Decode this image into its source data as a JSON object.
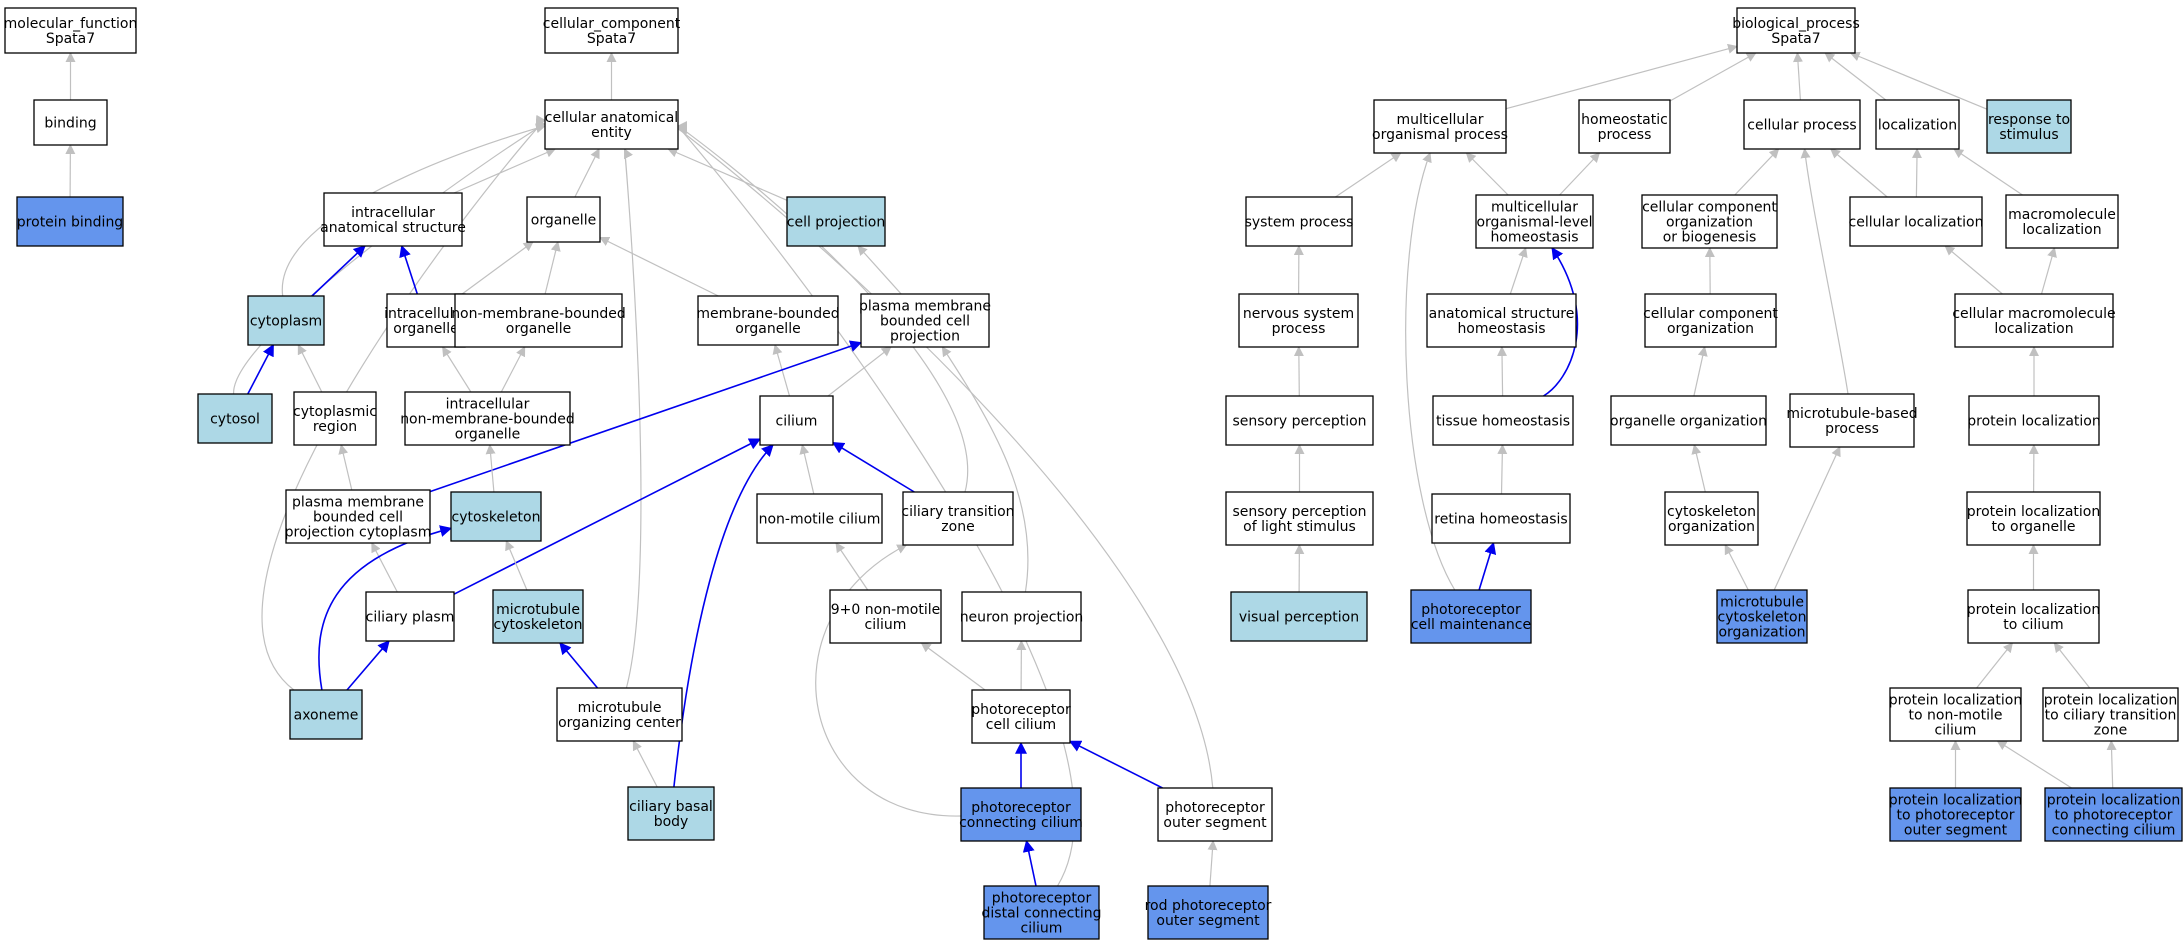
{
  "colors": {
    "plain": "#ffffff",
    "light": "#add8e6",
    "dark": "#6495ed",
    "edge_gray": "#c0c0c0",
    "edge_blue": "#0000ee"
  },
  "nodes": [
    {
      "id": "mf",
      "lines": [
        "molecular_function",
        "Spata7"
      ],
      "style": "plain"
    },
    {
      "id": "binding",
      "lines": [
        "binding"
      ],
      "style": "plain"
    },
    {
      "id": "protbind",
      "lines": [
        "protein binding"
      ],
      "style": "dark"
    },
    {
      "id": "cc",
      "lines": [
        "cellular_component",
        "Spata7"
      ],
      "style": "plain"
    },
    {
      "id": "cae",
      "lines": [
        "cellular anatomical",
        "entity"
      ],
      "style": "plain"
    },
    {
      "id": "ias",
      "lines": [
        "intracellular",
        "anatomical structure"
      ],
      "style": "plain"
    },
    {
      "id": "organelle",
      "lines": [
        "organelle"
      ],
      "style": "plain"
    },
    {
      "id": "cellproj",
      "lines": [
        "cell projection"
      ],
      "style": "light"
    },
    {
      "id": "cytoplasm",
      "lines": [
        "cytoplasm"
      ],
      "style": "light"
    },
    {
      "id": "intraorg",
      "lines": [
        "intracellular",
        "organelle"
      ],
      "style": "plain"
    },
    {
      "id": "nmbo",
      "lines": [
        "non-membrane-bounded",
        "organelle"
      ],
      "style": "plain"
    },
    {
      "id": "mbo",
      "lines": [
        "membrane-bounded",
        "organelle"
      ],
      "style": "plain"
    },
    {
      "id": "pmbcp",
      "lines": [
        "plasma membrane",
        "bounded cell",
        "projection"
      ],
      "style": "plain"
    },
    {
      "id": "cytosol",
      "lines": [
        "cytosol"
      ],
      "style": "light"
    },
    {
      "id": "cytoreg",
      "lines": [
        "cytoplasmic",
        "region"
      ],
      "style": "plain"
    },
    {
      "id": "inmbo",
      "lines": [
        "intracellular",
        "non-membrane-bounded",
        "organelle"
      ],
      "style": "plain"
    },
    {
      "id": "cilium",
      "lines": [
        "cilium"
      ],
      "style": "plain"
    },
    {
      "id": "pmbcpc",
      "lines": [
        "plasma membrane",
        "bounded cell",
        "projection cytoplasm"
      ],
      "style": "plain"
    },
    {
      "id": "cytoskel",
      "lines": [
        "cytoskeleton"
      ],
      "style": "light"
    },
    {
      "id": "nonmotile",
      "lines": [
        "non-motile cilium"
      ],
      "style": "plain"
    },
    {
      "id": "ctz",
      "lines": [
        "ciliary transition",
        "zone"
      ],
      "style": "plain"
    },
    {
      "id": "ciliaryplasm",
      "lines": [
        "ciliary plasm"
      ],
      "style": "plain"
    },
    {
      "id": "mtcyto",
      "lines": [
        "microtubule",
        "cytoskeleton"
      ],
      "style": "light"
    },
    {
      "id": "nine0",
      "lines": [
        "9+0 non-motile",
        "cilium"
      ],
      "style": "plain"
    },
    {
      "id": "neuronproj",
      "lines": [
        "neuron projection"
      ],
      "style": "plain"
    },
    {
      "id": "axoneme",
      "lines": [
        "axoneme"
      ],
      "style": "light"
    },
    {
      "id": "mtoc",
      "lines": [
        "microtubule",
        "organizing center"
      ],
      "style": "plain"
    },
    {
      "id": "prcc",
      "lines": [
        "photoreceptor",
        "cell cilium"
      ],
      "style": "plain"
    },
    {
      "id": "cbb",
      "lines": [
        "ciliary basal",
        "body"
      ],
      "style": "light"
    },
    {
      "id": "prconn",
      "lines": [
        "photoreceptor",
        "connecting cilium"
      ],
      "style": "dark"
    },
    {
      "id": "pros",
      "lines": [
        "photoreceptor",
        "outer segment"
      ],
      "style": "plain"
    },
    {
      "id": "prdcc",
      "lines": [
        "photoreceptor",
        "distal connecting",
        "cilium"
      ],
      "style": "dark"
    },
    {
      "id": "rodos",
      "lines": [
        "rod photoreceptor",
        "outer segment"
      ],
      "style": "dark"
    },
    {
      "id": "bp",
      "lines": [
        "biological_process",
        "Spata7"
      ],
      "style": "plain"
    },
    {
      "id": "mop",
      "lines": [
        "multicellular",
        "organismal process"
      ],
      "style": "plain"
    },
    {
      "id": "homeoproc",
      "lines": [
        "homeostatic",
        "process"
      ],
      "style": "plain"
    },
    {
      "id": "cellproc",
      "lines": [
        "cellular process"
      ],
      "style": "plain"
    },
    {
      "id": "localization",
      "lines": [
        "localization"
      ],
      "style": "plain"
    },
    {
      "id": "resp",
      "lines": [
        "response to",
        "stimulus"
      ],
      "style": "light"
    },
    {
      "id": "sysproc",
      "lines": [
        "system process"
      ],
      "style": "plain"
    },
    {
      "id": "molh",
      "lines": [
        "multicellular",
        "organismal-level",
        "homeostasis"
      ],
      "style": "plain"
    },
    {
      "id": "ccob",
      "lines": [
        "cellular component",
        "organization",
        "or biogenesis"
      ],
      "style": "plain"
    },
    {
      "id": "cellloc",
      "lines": [
        "cellular localization"
      ],
      "style": "plain"
    },
    {
      "id": "macroloc",
      "lines": [
        "macromolecule",
        "localization"
      ],
      "style": "plain"
    },
    {
      "id": "nsp",
      "lines": [
        "nervous system",
        "process"
      ],
      "style": "plain"
    },
    {
      "id": "ash",
      "lines": [
        "anatomical structure",
        "homeostasis"
      ],
      "style": "plain"
    },
    {
      "id": "cco",
      "lines": [
        "cellular component",
        "organization"
      ],
      "style": "plain"
    },
    {
      "id": "cmacroloc",
      "lines": [
        "cellular macromolecule",
        "localization"
      ],
      "style": "plain"
    },
    {
      "id": "sensperc",
      "lines": [
        "sensory perception"
      ],
      "style": "plain"
    },
    {
      "id": "tissueh",
      "lines": [
        "tissue homeostasis"
      ],
      "style": "plain"
    },
    {
      "id": "orgorg",
      "lines": [
        "organelle organization"
      ],
      "style": "plain"
    },
    {
      "id": "mtbp",
      "lines": [
        "microtubule-based",
        "process"
      ],
      "style": "plain"
    },
    {
      "id": "protloc",
      "lines": [
        "protein localization"
      ],
      "style": "plain"
    },
    {
      "id": "spls",
      "lines": [
        "sensory perception",
        "of light stimulus"
      ],
      "style": "plain"
    },
    {
      "id": "retinah",
      "lines": [
        "retina homeostasis"
      ],
      "style": "plain"
    },
    {
      "id": "cytoorg",
      "lines": [
        "cytoskeleton",
        "organization"
      ],
      "style": "plain"
    },
    {
      "id": "pltoorg",
      "lines": [
        "protein localization",
        "to organelle"
      ],
      "style": "plain"
    },
    {
      "id": "visperc",
      "lines": [
        "visual perception"
      ],
      "style": "light"
    },
    {
      "id": "prcm",
      "lines": [
        "photoreceptor",
        "cell maintenance"
      ],
      "style": "dark"
    },
    {
      "id": "mtco",
      "lines": [
        "microtubule",
        "cytoskeleton",
        "organization"
      ],
      "style": "dark"
    },
    {
      "id": "pltocil",
      "lines": [
        "protein localization",
        "to cilium"
      ],
      "style": "plain"
    },
    {
      "id": "pltonmc",
      "lines": [
        "protein localization",
        "to non-motile",
        "cilium"
      ],
      "style": "plain"
    },
    {
      "id": "pltoctz",
      "lines": [
        "protein localization",
        "to ciliary transition",
        "zone"
      ],
      "style": "plain"
    },
    {
      "id": "pltopros",
      "lines": [
        "protein localization",
        "to photoreceptor",
        "outer segment"
      ],
      "style": "dark"
    },
    {
      "id": "pltoprcc",
      "lines": [
        "protein localization",
        "to photoreceptor",
        "connecting cilium"
      ],
      "style": "dark"
    }
  ],
  "edges": [
    {
      "from": "binding",
      "to": "mf",
      "kind": "gray"
    },
    {
      "from": "protbind",
      "to": "binding",
      "kind": "gray"
    },
    {
      "from": "cae",
      "to": "cc",
      "kind": "gray"
    },
    {
      "from": "ias",
      "to": "cae",
      "kind": "gray"
    },
    {
      "from": "organelle",
      "to": "cae",
      "kind": "gray"
    },
    {
      "from": "cellproj",
      "to": "cae",
      "kind": "gray"
    },
    {
      "from": "cytoplasm",
      "to": "cae",
      "kind": "gray"
    },
    {
      "from": "cytosol",
      "to": "cae",
      "kind": "gray"
    },
    {
      "from": "axoneme",
      "to": "cae",
      "kind": "gray"
    },
    {
      "from": "mtoc",
      "to": "cae",
      "kind": "gray"
    },
    {
      "from": "ctz",
      "to": "cae",
      "kind": "gray"
    },
    {
      "from": "prdcc",
      "to": "cae",
      "kind": "gray"
    },
    {
      "from": "pros",
      "to": "cae",
      "kind": "gray"
    },
    {
      "from": "cytoplasm",
      "to": "ias",
      "kind": "blue"
    },
    {
      "from": "intraorg",
      "to": "ias",
      "kind": "blue"
    },
    {
      "from": "intraorg",
      "to": "organelle",
      "kind": "gray"
    },
    {
      "from": "nmbo",
      "to": "organelle",
      "kind": "gray"
    },
    {
      "from": "mbo",
      "to": "organelle",
      "kind": "gray"
    },
    {
      "from": "pmbcp",
      "to": "cellproj",
      "kind": "gray"
    },
    {
      "from": "cytosol",
      "to": "cytoplasm",
      "kind": "blue"
    },
    {
      "from": "cytoreg",
      "to": "cytoplasm",
      "kind": "gray"
    },
    {
      "from": "inmbo",
      "to": "intraorg",
      "kind": "gray"
    },
    {
      "from": "inmbo",
      "to": "nmbo",
      "kind": "gray"
    },
    {
      "from": "cilium",
      "to": "mbo",
      "kind": "gray"
    },
    {
      "from": "cilium",
      "to": "pmbcp",
      "kind": "gray"
    },
    {
      "from": "pmbcpc",
      "to": "pmbcp",
      "kind": "blue"
    },
    {
      "from": "neuronproj",
      "to": "pmbcp",
      "kind": "gray"
    },
    {
      "from": "pmbcpc",
      "to": "cytoreg",
      "kind": "gray"
    },
    {
      "from": "cytoskel",
      "to": "inmbo",
      "kind": "gray"
    },
    {
      "from": "nonmotile",
      "to": "cilium",
      "kind": "gray"
    },
    {
      "from": "ctz",
      "to": "cilium",
      "kind": "blue"
    },
    {
      "from": "ciliaryplasm",
      "to": "cilium",
      "kind": "blue"
    },
    {
      "from": "cbb",
      "to": "cilium",
      "kind": "blue"
    },
    {
      "from": "ciliaryplasm",
      "to": "pmbcpc",
      "kind": "gray"
    },
    {
      "from": "mtcyto",
      "to": "cytoskel",
      "kind": "gray"
    },
    {
      "from": "axoneme",
      "to": "cytoskel",
      "kind": "blue"
    },
    {
      "from": "nine0",
      "to": "nonmotile",
      "kind": "gray"
    },
    {
      "from": "axoneme",
      "to": "ciliaryplasm",
      "kind": "blue"
    },
    {
      "from": "mtoc",
      "to": "mtcyto",
      "kind": "blue"
    },
    {
      "from": "prcc",
      "to": "nine0",
      "kind": "gray"
    },
    {
      "from": "prcc",
      "to": "neuronproj",
      "kind": "gray"
    },
    {
      "from": "cbb",
      "to": "mtoc",
      "kind": "gray"
    },
    {
      "from": "prconn",
      "to": "prcc",
      "kind": "blue"
    },
    {
      "from": "pros",
      "to": "prcc",
      "kind": "blue"
    },
    {
      "from": "prconn",
      "to": "ctz",
      "kind": "gray"
    },
    {
      "from": "prdcc",
      "to": "prconn",
      "kind": "blue"
    },
    {
      "from": "rodos",
      "to": "pros",
      "kind": "gray"
    },
    {
      "from": "mop",
      "to": "bp",
      "kind": "gray"
    },
    {
      "from": "homeoproc",
      "to": "bp",
      "kind": "gray"
    },
    {
      "from": "cellproc",
      "to": "bp",
      "kind": "gray"
    },
    {
      "from": "localization",
      "to": "bp",
      "kind": "gray"
    },
    {
      "from": "resp",
      "to": "bp",
      "kind": "gray"
    },
    {
      "from": "sysproc",
      "to": "mop",
      "kind": "gray"
    },
    {
      "from": "molh",
      "to": "mop",
      "kind": "gray"
    },
    {
      "from": "prcm",
      "to": "mop",
      "kind": "gray"
    },
    {
      "from": "molh",
      "to": "homeoproc",
      "kind": "gray"
    },
    {
      "from": "ccob",
      "to": "cellproc",
      "kind": "gray"
    },
    {
      "from": "cellloc",
      "to": "cellproc",
      "kind": "gray"
    },
    {
      "from": "mtbp",
      "to": "cellproc",
      "kind": "gray"
    },
    {
      "from": "cellloc",
      "to": "localization",
      "kind": "gray"
    },
    {
      "from": "macroloc",
      "to": "localization",
      "kind": "gray"
    },
    {
      "from": "nsp",
      "to": "sysproc",
      "kind": "gray"
    },
    {
      "from": "ash",
      "to": "molh",
      "kind": "gray"
    },
    {
      "from": "tissueh",
      "to": "molh",
      "kind": "blue"
    },
    {
      "from": "cco",
      "to": "ccob",
      "kind": "gray"
    },
    {
      "from": "cmacroloc",
      "to": "cellloc",
      "kind": "gray"
    },
    {
      "from": "cmacroloc",
      "to": "macroloc",
      "kind": "gray"
    },
    {
      "from": "sensperc",
      "to": "nsp",
      "kind": "gray"
    },
    {
      "from": "tissueh",
      "to": "ash",
      "kind": "gray"
    },
    {
      "from": "orgorg",
      "to": "cco",
      "kind": "gray"
    },
    {
      "from": "protloc",
      "to": "cmacroloc",
      "kind": "gray"
    },
    {
      "from": "spls",
      "to": "sensperc",
      "kind": "gray"
    },
    {
      "from": "retinah",
      "to": "tissueh",
      "kind": "gray"
    },
    {
      "from": "cytoorg",
      "to": "orgorg",
      "kind": "gray"
    },
    {
      "from": "mtco",
      "to": "mtbp",
      "kind": "gray"
    },
    {
      "from": "pltoorg",
      "to": "protloc",
      "kind": "gray"
    },
    {
      "from": "visperc",
      "to": "spls",
      "kind": "gray"
    },
    {
      "from": "prcm",
      "to": "retinah",
      "kind": "blue"
    },
    {
      "from": "mtco",
      "to": "cytoorg",
      "kind": "gray"
    },
    {
      "from": "pltocil",
      "to": "pltoorg",
      "kind": "gray"
    },
    {
      "from": "pltonmc",
      "to": "pltocil",
      "kind": "gray"
    },
    {
      "from": "pltoctz",
      "to": "pltocil",
      "kind": "gray"
    },
    {
      "from": "pltopros",
      "to": "pltonmc",
      "kind": "gray"
    },
    {
      "from": "pltoprcc",
      "to": "pltonmc",
      "kind": "gray"
    },
    {
      "from": "pltoprcc",
      "to": "pltoctz",
      "kind": "gray"
    }
  ]
}
